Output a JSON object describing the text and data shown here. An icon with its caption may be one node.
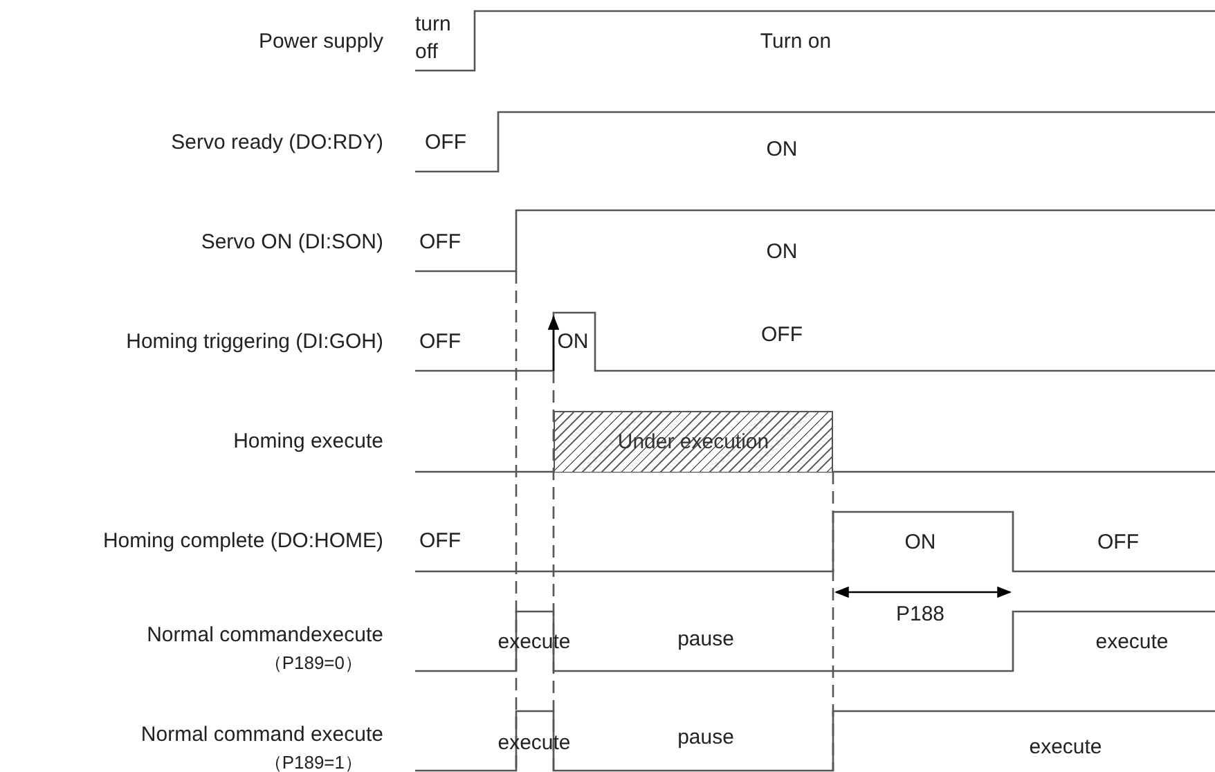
{
  "diagram": {
    "nodes": [
      {
        "text": [
          "Under execution"
        ]
      }
    ],
    "labels": [
      "Power supply",
      "turn off",
      "Turn on",
      "Servo ready (DO:RDY)",
      "OFF",
      "ON",
      "Servo ON (DI:SON)",
      "OFF",
      "ON",
      "Homing triggering (DI:GOH)",
      "OFF",
      "ON",
      "OFF",
      "Homing execute",
      "Homing complete (DO:HOME)",
      "OFF",
      "ON",
      "OFF",
      "P188",
      "Normal commandexecute",
      "（P189=0）",
      "execute",
      "pause",
      "execute",
      "Normal command execute",
      "（P189=1）",
      "execute",
      "pause",
      "execute"
    ]
  }
}
